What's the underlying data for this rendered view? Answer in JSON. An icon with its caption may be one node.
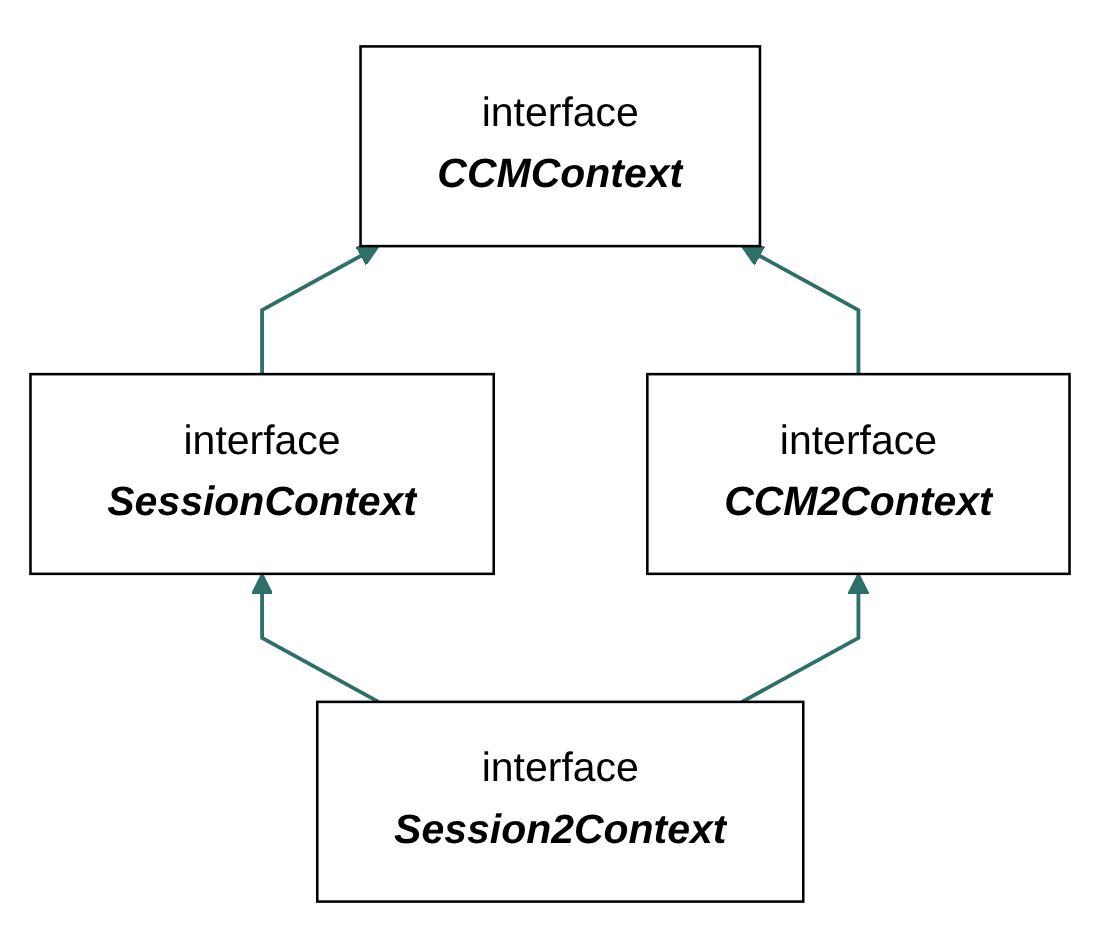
{
  "diagram": {
    "nodes": [
      {
        "text": [
          "interface",
          "CCMContext"
        ]
      },
      {
        "text": [
          "interface",
          "SessionContext"
        ]
      },
      {
        "text": [
          "interface",
          "CCM2Context"
        ]
      },
      {
        "text": [
          "interface",
          "Session2Context"
        ]
      }
    ],
    "edges": [
      {
        "from": 1,
        "to": 0,
        "arrow": "to"
      },
      {
        "from": 2,
        "to": 0,
        "arrow": "to"
      },
      {
        "from": 3,
        "to": 1,
        "arrow": "to"
      },
      {
        "from": 3,
        "to": 2,
        "arrow": "to"
      }
    ]
  }
}
